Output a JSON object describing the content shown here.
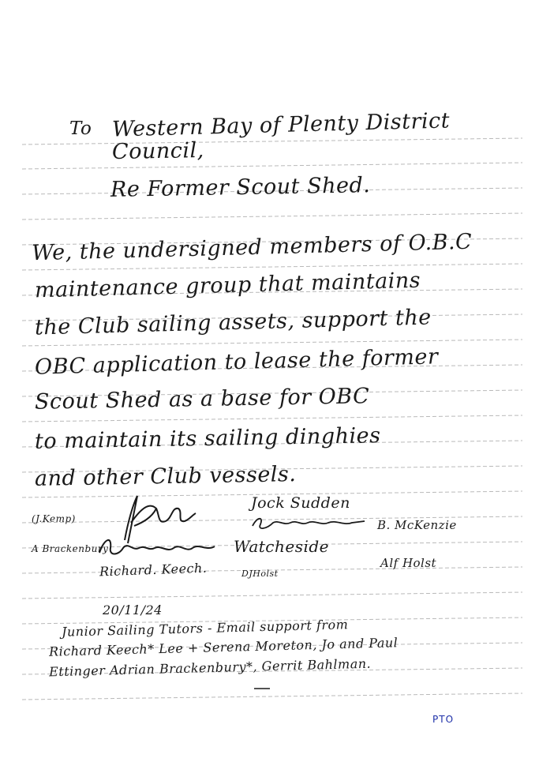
{
  "letter": {
    "to_label": "To",
    "addressee_line1": "Western Bay of Plenty District",
    "addressee_line2": "Council,",
    "subject": "Re Former Scout Shed.",
    "body_lines": [
      "We, the undersigned members of O.B.C",
      "maintenance group that maintains",
      "the Club sailing assets, support the",
      "OBC application to lease the former",
      "Scout Shed as a base for OBC",
      "to maintain its sailing dinghies",
      "and other Club vessels."
    ]
  },
  "signatures": {
    "kemp_label": "(J.Kemp)",
    "sudden_label": "Jock Sudden",
    "mckenzie_label": "B. McKenzie",
    "brackenbury_label": "A Brackenbury",
    "watcheside_label": "Watcheside",
    "keech_label": "Richard. Keech.",
    "holst_sig": "DJHolst",
    "holst_label": "Alf Holst"
  },
  "footer": {
    "date": "20/11/24",
    "note_line1": "Junior Sailing Tutors - Email support from",
    "note_line2": "Richard Keech* Lee + Serena Moreton, Jo and Paul",
    "note_line3": "Ettinger Adrian Brackenbury*, Gerrit Bahlman.",
    "pto": "PTO"
  },
  "colors": {
    "ink": "#1a1a1a",
    "rule_line": "#b9b9b9",
    "pto_ink": "#1d2fa8"
  }
}
